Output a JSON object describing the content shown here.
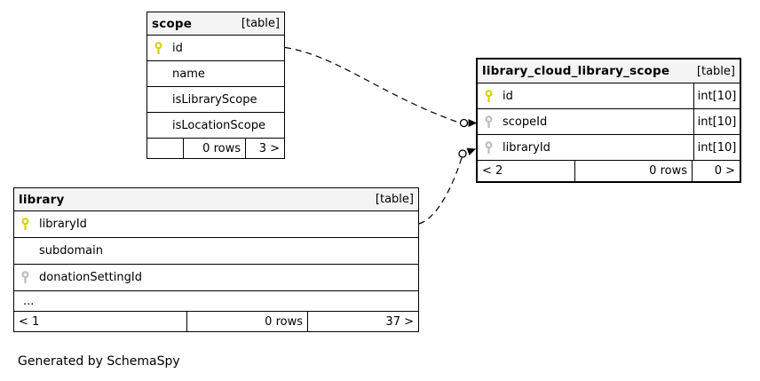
{
  "generator_note": "Generated by SchemaSpy",
  "colors": {
    "primary_key_color": "#d4d400",
    "foreign_key_color": "#bdbdbd",
    "header_bg": "#f4f4f4",
    "line_color": "#000000"
  },
  "tables": [
    {
      "name": "scope",
      "kind": "[table]",
      "columns": [
        {
          "name": "id",
          "key": "primary",
          "type": ""
        },
        {
          "name": "name",
          "key": "none",
          "type": ""
        },
        {
          "name": "isLibraryScope",
          "key": "none",
          "type": ""
        },
        {
          "name": "isLocationScope",
          "key": "none",
          "type": ""
        }
      ],
      "footer": {
        "children": "",
        "rows": "0 rows",
        "parents": "3 >"
      }
    },
    {
      "name": "library_cloud_library_scope",
      "kind": "[table]",
      "columns": [
        {
          "name": "id",
          "key": "primary",
          "type": "int[10]"
        },
        {
          "name": "scopeId",
          "key": "foreign",
          "type": "int[10]"
        },
        {
          "name": "libraryId",
          "key": "foreign",
          "type": "int[10]"
        }
      ],
      "footer": {
        "children": "< 2",
        "rows": "0 rows",
        "parents": "0 >"
      }
    },
    {
      "name": "library",
      "kind": "[table]",
      "columns": [
        {
          "name": "libraryId",
          "key": "primary",
          "type": ""
        },
        {
          "name": "subdomain",
          "key": "none",
          "type": ""
        },
        {
          "name": "donationSettingId",
          "key": "foreign",
          "type": ""
        },
        {
          "name": "...",
          "key": "none",
          "type": ""
        }
      ],
      "footer": {
        "children": "< 1",
        "rows": "0 rows",
        "parents": "37 >"
      }
    }
  ],
  "relationships": [
    {
      "from": "scope.id",
      "to": "library_cloud_library_scope.scopeId",
      "style": "dashed"
    },
    {
      "from": "library.libraryId",
      "to": "library_cloud_library_scope.libraryId",
      "style": "dashed"
    }
  ]
}
